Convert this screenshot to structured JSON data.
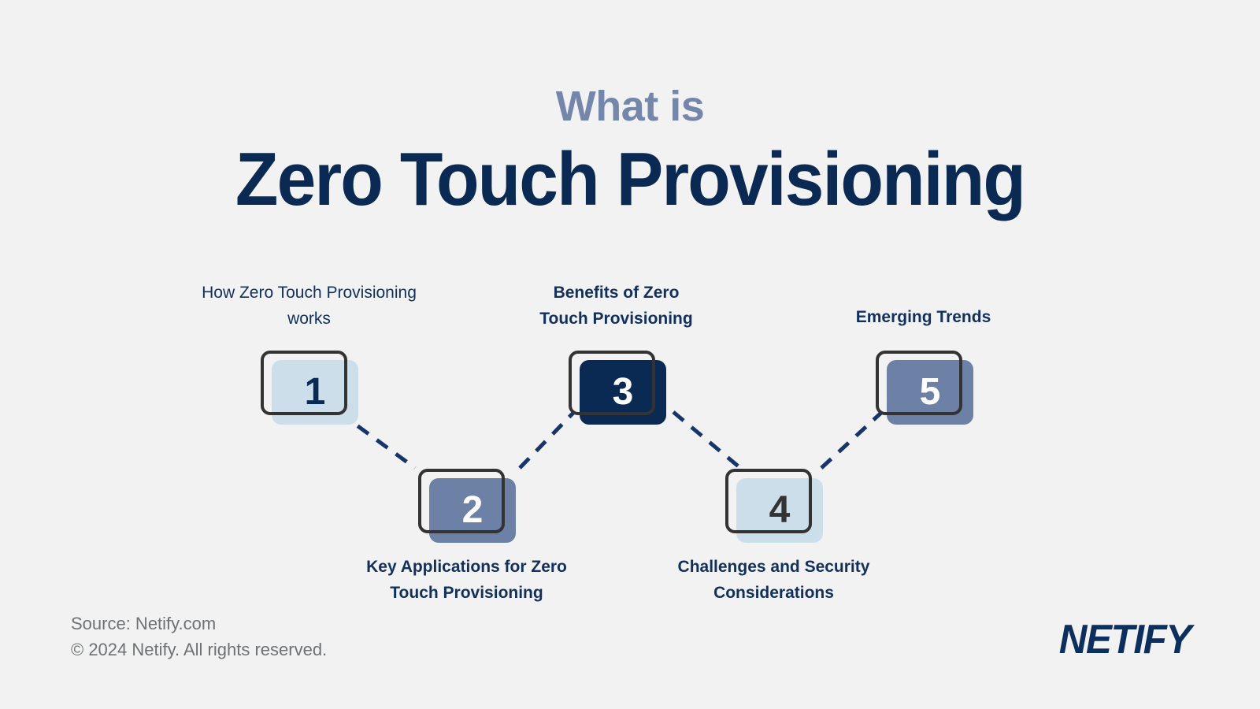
{
  "page": {
    "background_color": "#f2f2f2",
    "eyebrow": "What is",
    "title": "Zero Touch Provisioning"
  },
  "colors": {
    "navy_dark": "#0a2a53",
    "navy_text": "#11305c",
    "slate_blue": "#6d80a6",
    "light_blue": "#cddeeb",
    "eyebrow_blue": "#7487ab",
    "outline_dark": "#333333",
    "footer_gray": "#6e7275",
    "dash_navy": "#17356b"
  },
  "steps": [
    {
      "number": "1",
      "label": "How Zero Touch Provisioning\nworks",
      "fill_color": "#cddeeb",
      "number_color": "#0a2a53",
      "label_position": "above",
      "label_bold": false
    },
    {
      "number": "2",
      "label": "Key Applications for Zero\nTouch Provisioning",
      "fill_color": "#6d80a6",
      "number_color": "#ffffff",
      "label_position": "below",
      "label_bold": true
    },
    {
      "number": "3",
      "label": "Benefits of Zero\nTouch Provisioning",
      "fill_color": "#0a2a53",
      "number_color": "#ffffff",
      "label_position": "above",
      "label_bold": true
    },
    {
      "number": "4",
      "label": "Challenges and Security\nConsiderations",
      "fill_color": "#cddeeb",
      "number_color": "#333333",
      "label_position": "below",
      "label_bold": true
    },
    {
      "number": "5",
      "label": "Emerging Trends",
      "fill_color": "#6d80a6",
      "number_color": "#ffffff",
      "label_position": "above",
      "label_bold": true
    }
  ],
  "footer": {
    "source": "Source: Netify.com",
    "copyright": "© 2024 Netify. All rights reserved.",
    "brand": "NETIFY"
  }
}
